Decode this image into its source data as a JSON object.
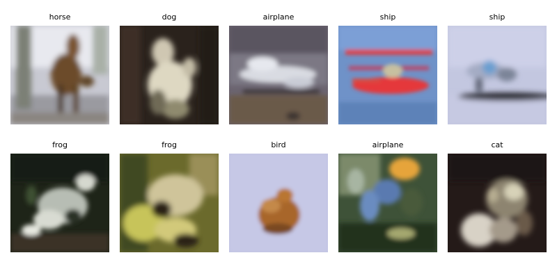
{
  "images": [
    {
      "label": "horse"
    },
    {
      "label": "dog"
    },
    {
      "label": "airplane"
    },
    {
      "label": "ship"
    },
    {
      "label": "ship"
    },
    {
      "label": "frog"
    },
    {
      "label": "frog"
    },
    {
      "label": "bird"
    },
    {
      "label": "airplane"
    },
    {
      "label": "cat"
    }
  ]
}
